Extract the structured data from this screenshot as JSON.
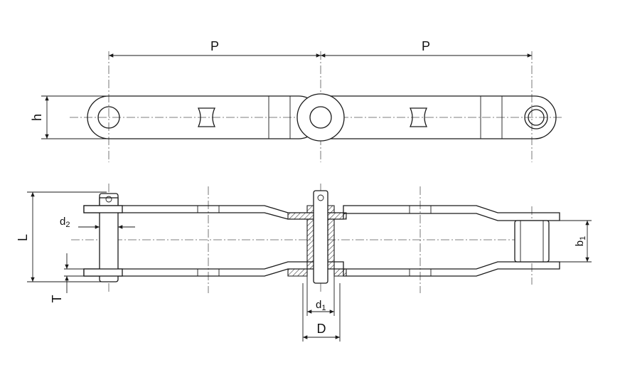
{
  "labels": {
    "pitch_left": "P",
    "pitch_right": "P",
    "height": "h",
    "length": "L",
    "pin_diameter": {
      "base": "d",
      "sub": "2"
    },
    "thickness": "T",
    "bush_diameter": {
      "base": "d",
      "sub": "1"
    },
    "roller_diameter": "D",
    "inner_width": {
      "base": "b",
      "sub": "1"
    }
  }
}
